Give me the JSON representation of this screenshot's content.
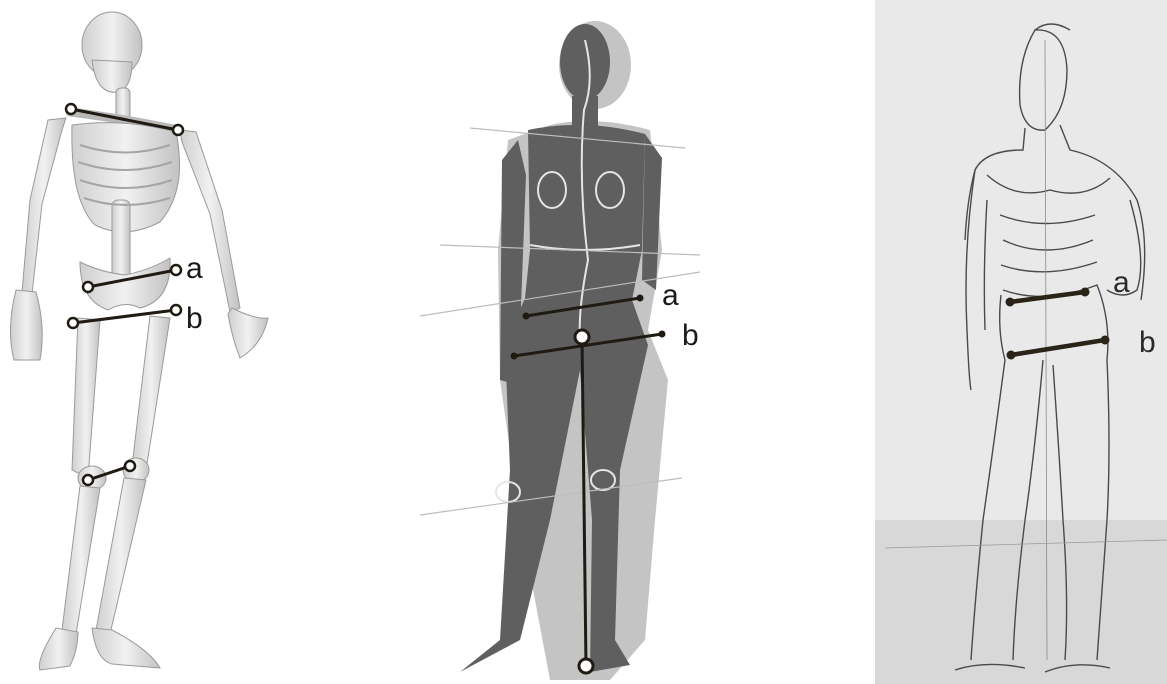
{
  "labels": {
    "skeleton": {
      "a": "a",
      "b": "b"
    },
    "silhouette": {
      "a": "a",
      "b": "b"
    },
    "sketch": {
      "a": "a",
      "b": "b"
    }
  },
  "colors": {
    "bone": "#e3e3e3",
    "bone_shade": "#bdbdbd",
    "silhouette_light": "#c4c4c4",
    "silhouette_dark": "#5f5f5f",
    "sketch_paper": "#e9e9e9",
    "line": "#1f1a12"
  }
}
